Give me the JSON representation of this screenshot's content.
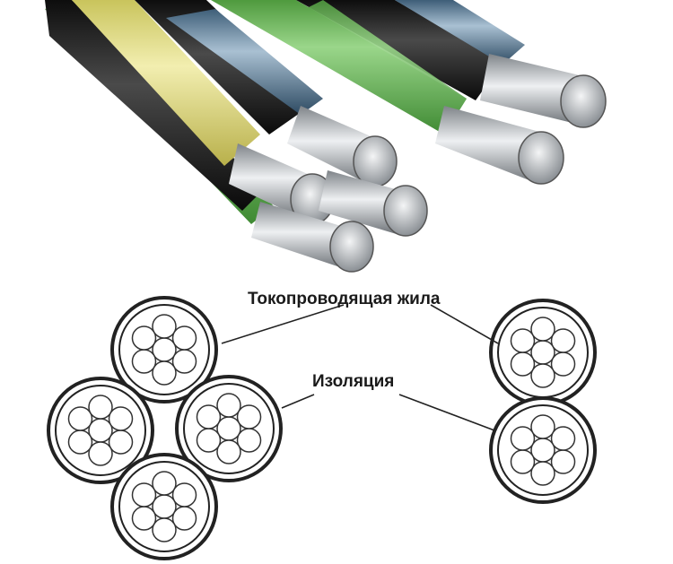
{
  "labels": {
    "conductor": "Токопроводящая жила",
    "insulation": "Изоляция"
  },
  "colors": {
    "green_sheath": "#6fbf5c",
    "yellow_sheath": "#e6e08a",
    "black_sheath": "#1b1b1b",
    "steel_blue_sheath": "#6f8ea8",
    "aluminum": "#bfc3c7",
    "outline": "#222222",
    "strand_fill": "#ffffff"
  },
  "diagram": {
    "left_group_cores": 4,
    "right_group_cores": 2,
    "strands_per_core": 7
  }
}
